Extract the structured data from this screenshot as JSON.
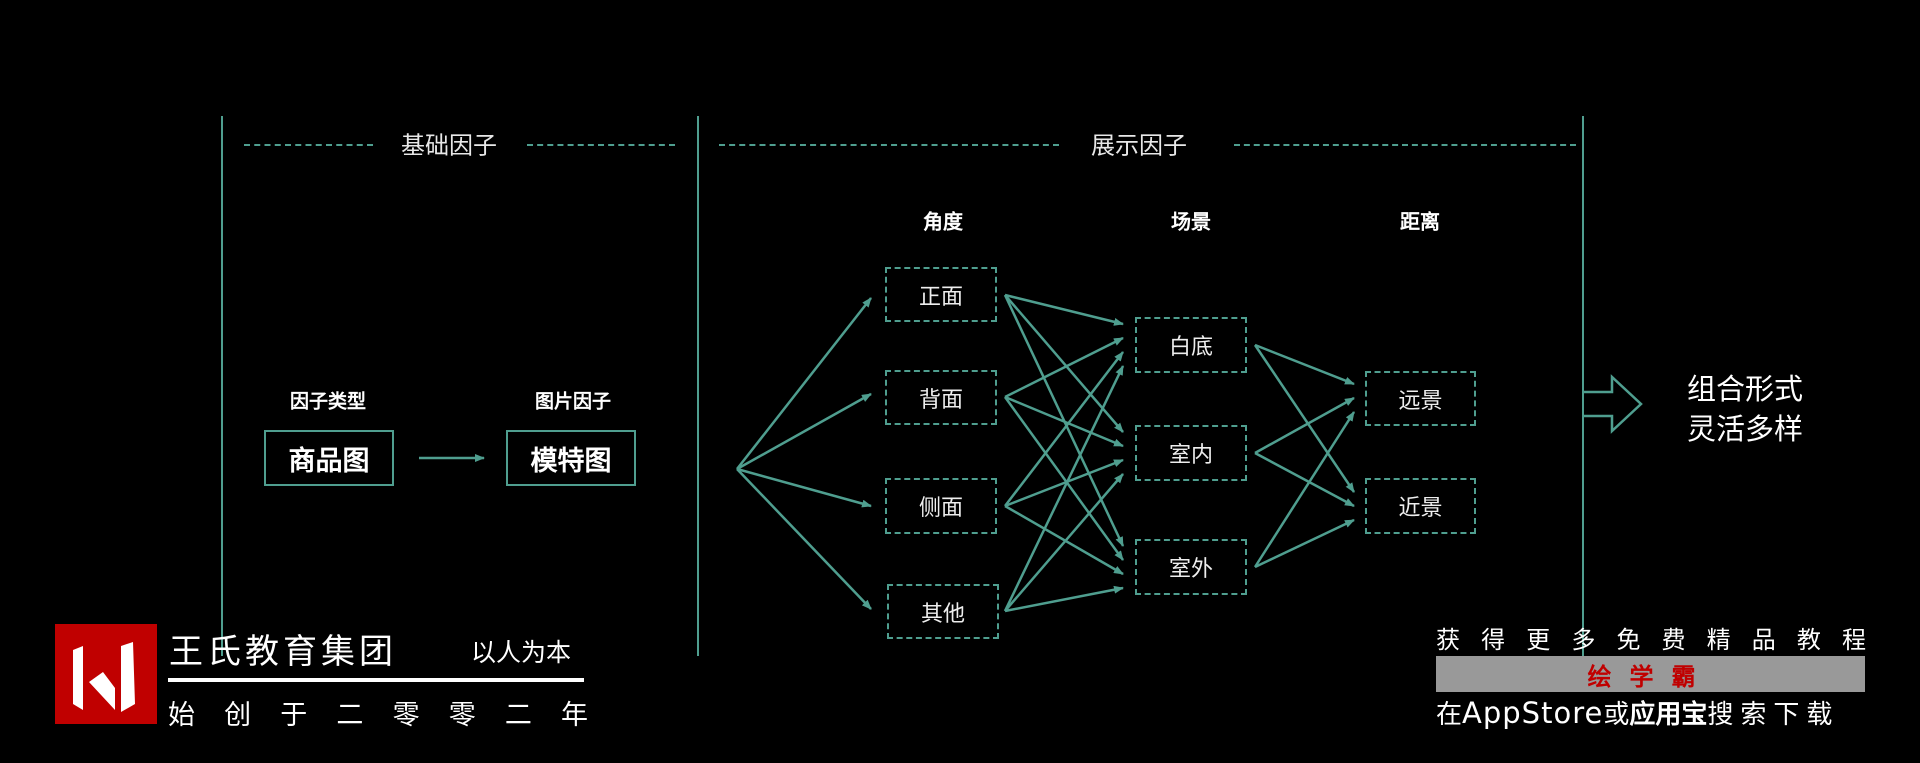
{
  "sections": {
    "basic": "基础因子",
    "display": "展示因子"
  },
  "left": {
    "factor_type_label": "因子类型",
    "image_factor_label": "图片因子",
    "product_box": "商品图",
    "model_box": "模特图"
  },
  "columns": {
    "angle": {
      "title": "角度",
      "items": [
        "正面",
        "背面",
        "侧面",
        "其他"
      ]
    },
    "scene": {
      "title": "场景",
      "items": [
        "白底",
        "室内",
        "室外"
      ]
    },
    "distance": {
      "title": "距离",
      "items": [
        "远景",
        "近景"
      ]
    }
  },
  "connections": {
    "angle_to_scene": "all",
    "scene_to_distance": "all"
  },
  "result": {
    "line1": "组合形式",
    "line2": "灵活多样"
  },
  "brand": {
    "name": "王氏教育集团",
    "motto": "以人为本",
    "since": [
      "始",
      "创",
      "于",
      "二",
      "零",
      "零",
      "二",
      "年"
    ]
  },
  "promo": {
    "line1": [
      "获",
      "得",
      "更",
      "多",
      "免",
      "费",
      "精",
      "品",
      "教",
      "程"
    ],
    "app": "绘学霸",
    "line2_a": "在",
    "line2_b": "AppStore",
    "line2_c": "或",
    "line2_d": "应用宝",
    "line2_e": "搜索下载"
  },
  "colors": {
    "accent": "#4f9e8f",
    "brand_red": "#c00000",
    "bar_gray": "#999999"
  }
}
